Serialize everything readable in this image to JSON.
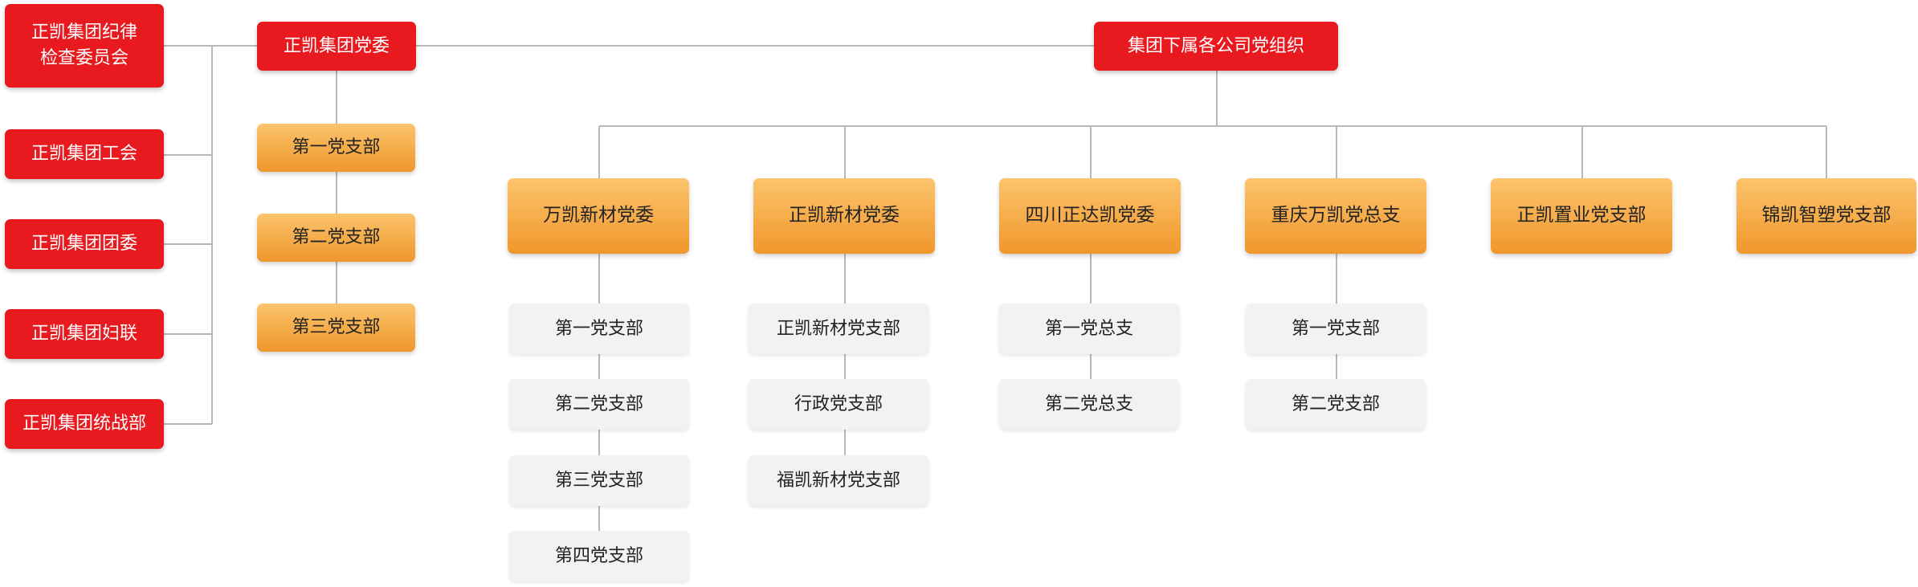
{
  "left_orgs": [
    "正凯集团纪律\n检查委员会",
    "正凯集团工会",
    "正凯集团团委",
    "正凯集团妇联",
    "正凯集团统战部"
  ],
  "party_committee": {
    "title": "正凯集团党委",
    "branches": [
      "第一党支部",
      "第二党支部",
      "第三党支部"
    ]
  },
  "subsidiaries": {
    "title": "集团下属各公司党组织",
    "orgs": [
      {
        "name": "万凯新材党委",
        "branches": [
          "第一党支部",
          "第二党支部",
          "第三党支部",
          "第四党支部"
        ]
      },
      {
        "name": "正凯新材党委",
        "branches": [
          "正凯新材党支部",
          "行政党支部",
          "福凯新材党支部"
        ]
      },
      {
        "name": "四川正达凯党委",
        "branches": [
          "第一党总支",
          "第二党总支"
        ]
      },
      {
        "name": "重庆万凯党总支",
        "branches": [
          "第一党支部",
          "第二党支部"
        ]
      },
      {
        "name": "正凯置业党支部",
        "branches": []
      },
      {
        "name": "锦凯智塑党支部",
        "branches": []
      }
    ]
  },
  "colors": {
    "red": "#e8191f",
    "orange_top": "#fcc46c",
    "orange_bottom": "#f0972c",
    "gray": "#f2f2f2",
    "connector": "#b8b8b8"
  }
}
